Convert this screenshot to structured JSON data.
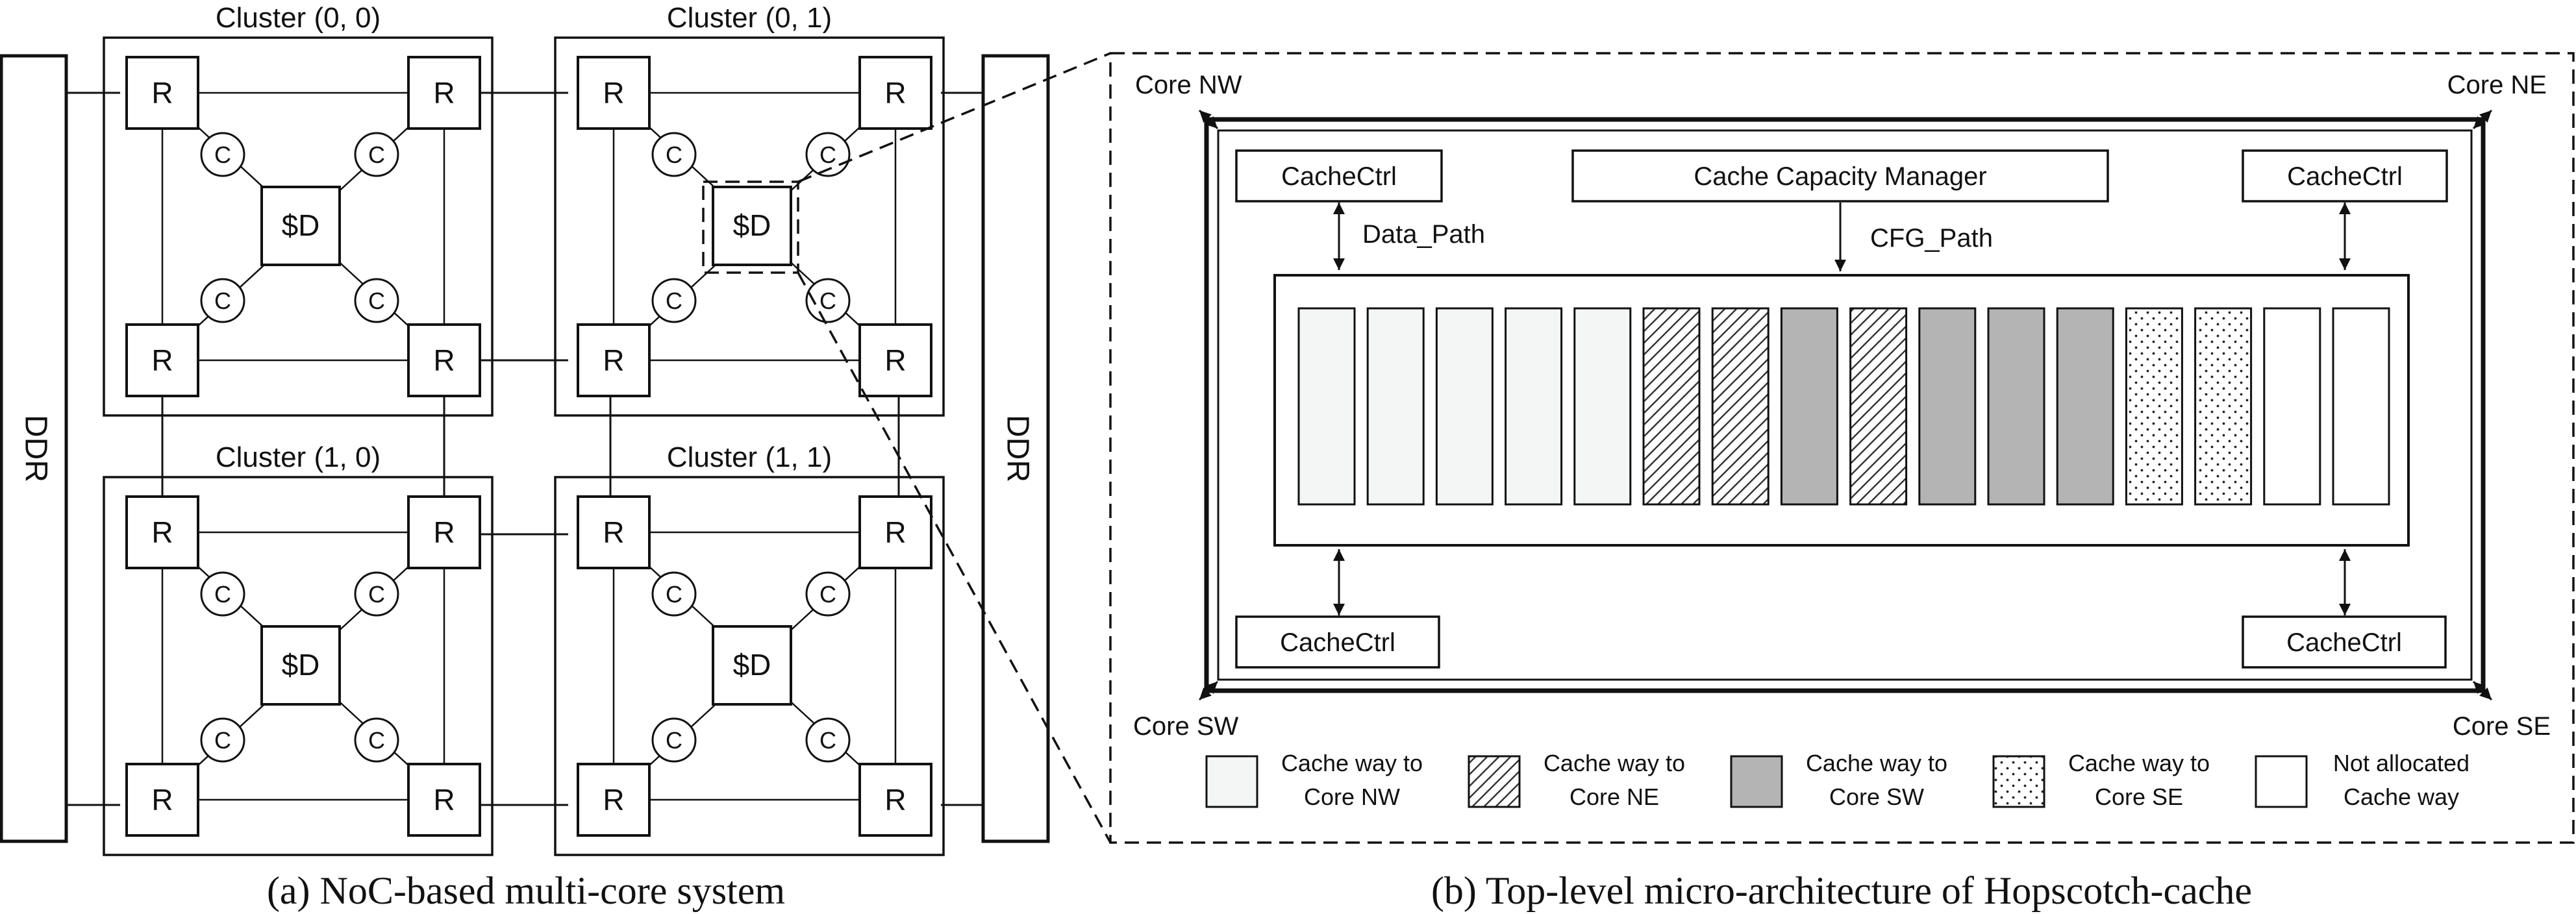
{
  "panel_a": {
    "caption": "(a) NoC-based multi-core system",
    "ddr_left": "DDR",
    "ddr_right": "DDR",
    "clusters": [
      {
        "title": "Cluster (0, 0)",
        "router": "R",
        "core": "C",
        "cache": "$D"
      },
      {
        "title": "Cluster (0, 1)",
        "router": "R",
        "core": "C",
        "cache": "$D"
      },
      {
        "title": "Cluster (1, 0)",
        "router": "R",
        "core": "C",
        "cache": "$D"
      },
      {
        "title": "Cluster (1, 1)",
        "router": "R",
        "core": "C",
        "cache": "$D"
      }
    ]
  },
  "panel_b": {
    "caption": "(b) Top-level micro-architecture of Hopscotch-cache",
    "core_nw": "Core NW",
    "core_ne": "Core NE",
    "core_sw": "Core SW",
    "core_se": "Core SE",
    "cachectrl_label": "CacheCtrl",
    "manager": "Cache Capacity Manager",
    "data_path": "Data_Path",
    "cfg_path": "CFG_Path",
    "ways": [
      "NW",
      "NW",
      "NW",
      "NW",
      "NW",
      "NE",
      "NE",
      "SW",
      "NE",
      "SW",
      "SW",
      "SW",
      "SE",
      "SE",
      "NA",
      "NA"
    ],
    "legend": [
      {
        "key": "NW",
        "line1": "Cache way to",
        "line2": "Core NW"
      },
      {
        "key": "NE",
        "line1": "Cache way to",
        "line2": "Core NE"
      },
      {
        "key": "SW",
        "line1": "Cache way to",
        "line2": "Core SW"
      },
      {
        "key": "SE",
        "line1": "Cache way to",
        "line2": "Core SE"
      },
      {
        "key": "NA",
        "line1": "Not allocated",
        "line2": "Cache way"
      }
    ]
  }
}
